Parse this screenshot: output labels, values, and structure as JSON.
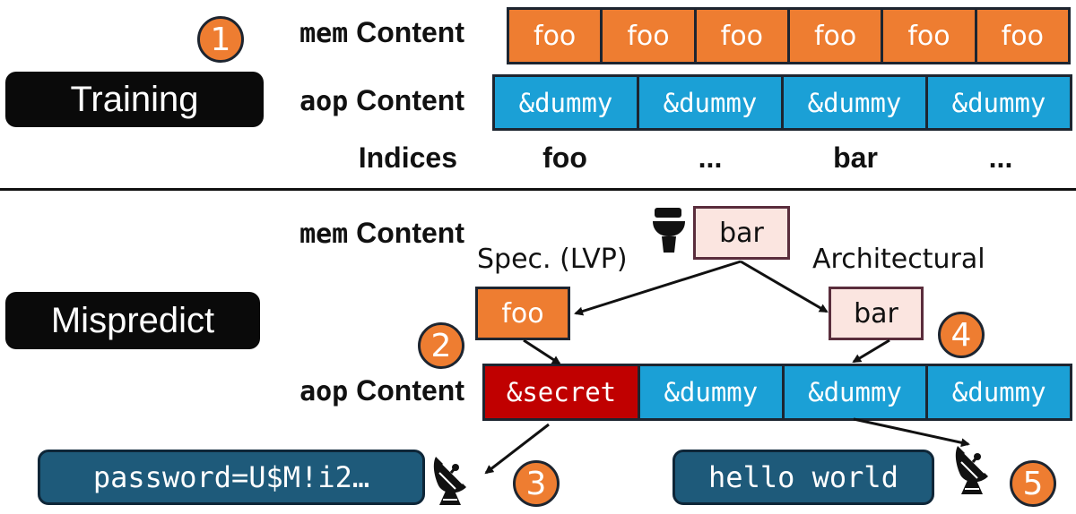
{
  "training": {
    "label": "Training",
    "step": "1",
    "mem_label_mono": "mem",
    "mem_label_text": "Content",
    "mem_cells": [
      "foo",
      "foo",
      "foo",
      "foo",
      "foo",
      "foo"
    ],
    "aop_label_mono": "aop",
    "aop_label_text": "Content",
    "aop_cells": [
      "&dummy",
      "&dummy",
      "&dummy",
      "&dummy"
    ],
    "indices_label": "Indices",
    "indices": [
      "foo",
      "...",
      "bar",
      "..."
    ]
  },
  "mispredict": {
    "label": "Mispredict",
    "mem_label_mono": "mem",
    "mem_label_text": "Content",
    "mem_value": "bar",
    "spec_label": "Spec. (LVP)",
    "arch_label": "Architectural",
    "spec_value": "foo",
    "arch_value": "bar",
    "step2": "2",
    "step3": "3",
    "step4": "4",
    "step5": "5",
    "aop_label_mono": "aop",
    "aop_label_text": "Content",
    "aop_cells": [
      "&secret",
      "&dummy",
      "&dummy",
      "&dummy"
    ],
    "leak_output": "password=U$M!i2…",
    "normal_output": "hello world"
  },
  "icons": {
    "toilet": "toilet-icon",
    "antenna": "satellite-antenna-icon"
  },
  "colors": {
    "orange": "#ee7d31",
    "blue": "#1ba0d6",
    "red": "#c00000",
    "terminal": "#1e5a7a"
  }
}
